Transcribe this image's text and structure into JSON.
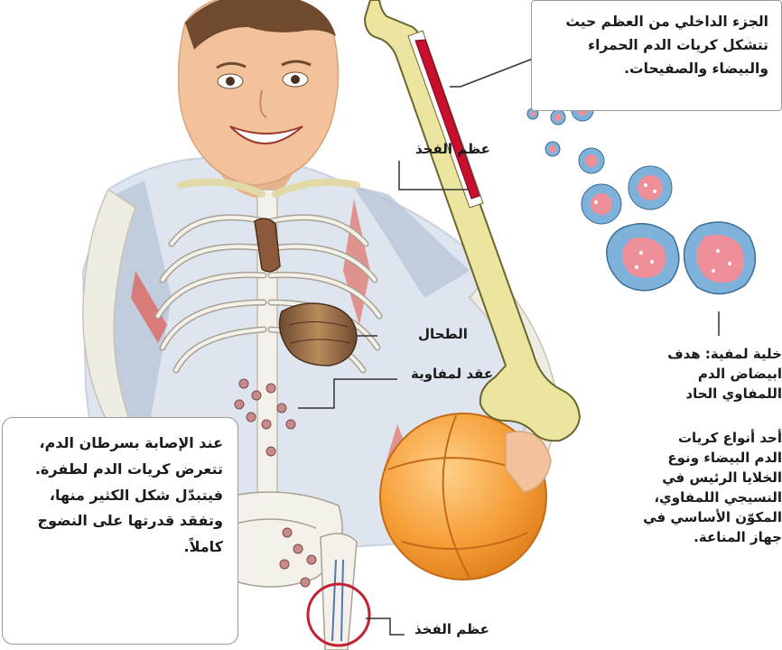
{
  "labels": {
    "marrow_description": "الجزء الداخلي من العظم حيث تتشكل كريات الدم الحمراء والبيضاء والصفيحات.",
    "femur_upper": "عظم الفخذ",
    "spleen": "الطحال",
    "lymph_nodes": "عقد لمفاوية",
    "femur_lower": "عظم الفخذ",
    "lymphocyte_title": "خلية لمفية: هدف",
    "lymphocyte_line2": "ابيضاض الدم",
    "lymphocyte_line3": "اللمفاوي الحاد",
    "lymphocyte_description_1": "أحد أنواع كريات",
    "lymphocyte_description_2": "الدم البيضاء ونوع",
    "lymphocyte_description_3": "الخلايا الرئيس في",
    "lymphocyte_description_4": "النسيجي اللمفاوي،",
    "lymphocyte_description_5": "المكوّن الأساسي في",
    "lymphocyte_description_6": "جهاز المناعة.",
    "leukemia_description": "عند الإصابة بسرطان الدم، تتعرض كريات الدم لطفرة. فيتبدّل شكل الكثير منها، وتفقد قدرتها على النضوج كاملاً."
  },
  "colors": {
    "bone": "#ece5a0",
    "bone_outline": "#6b6530",
    "marrow": "#c8102e",
    "cell_outer": "#7fb2da",
    "cell_inner": "#ef8f99",
    "skin": "#f2c29b",
    "ball": "#f7a23a",
    "skeleton": "#f4f1ea",
    "shirt": "#b9c6d8",
    "callout_border": "#9a9a9a",
    "highlight_ring": "#c32030"
  }
}
